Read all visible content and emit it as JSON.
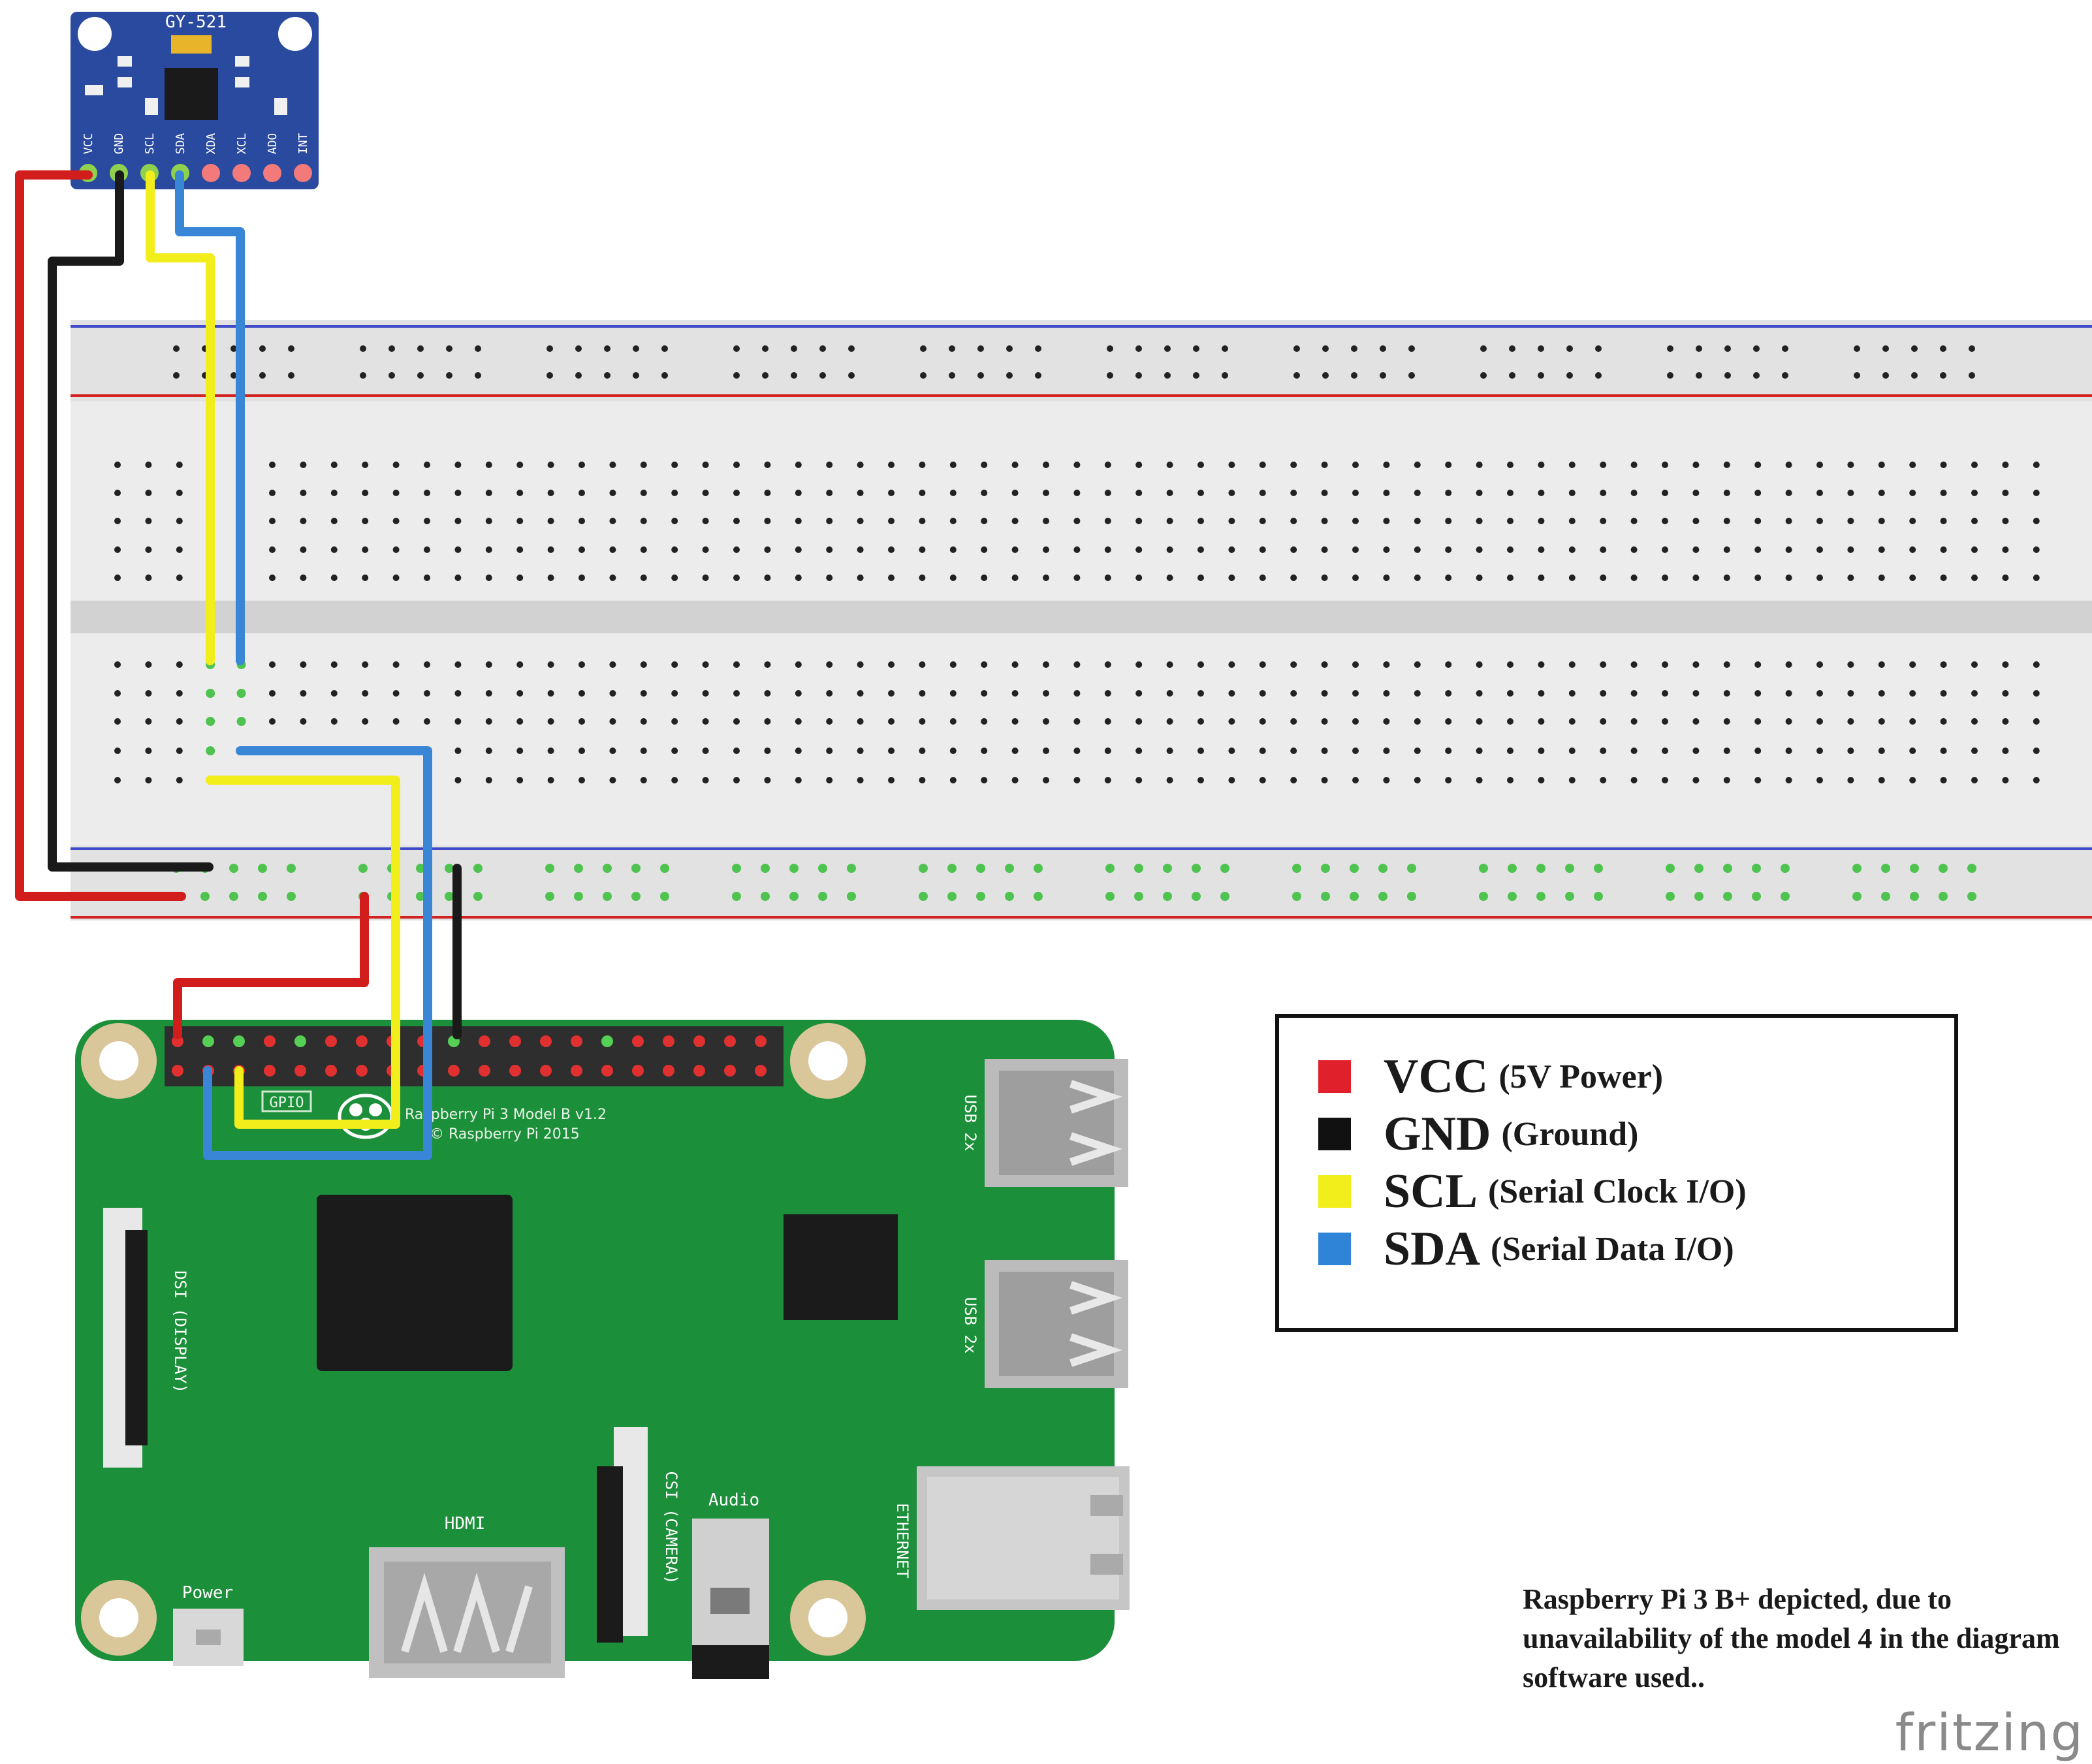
{
  "sensor": {
    "name": "GY-521",
    "pins": [
      "VCC",
      "GND",
      "SCL",
      "SDA",
      "XDA",
      "XCL",
      "ADO",
      "INT"
    ]
  },
  "board": {
    "model_text": "Raspberry Pi 3 Model B v1.2",
    "copyright_text": "© Raspberry Pi 2015",
    "gpio_label": "GPIO",
    "usb_label_1": "USB 2x",
    "usb_label_2": "USB 2x",
    "ethernet_label": "ETHERNET",
    "audio_label": "Audio",
    "hdmi_label": "HDMI",
    "power_label": "Power",
    "display_label": "DSI (DISPLAY)",
    "camera_label": "CSI (CAMERA)"
  },
  "legend": [
    {
      "name": "VCC",
      "desc": "(5V Power)",
      "color": "#e0202a"
    },
    {
      "name": "GND",
      "desc": "(Ground)",
      "color": "#111111"
    },
    {
      "name": "SCL",
      "desc": "(Serial Clock I/O)",
      "color": "#f2ee1c"
    },
    {
      "name": "SDA",
      "desc": "(Serial Data I/O)",
      "color": "#2f84d8"
    }
  ],
  "note": "Raspberry Pi 3 B+ depicted, due to unavailability of the model 4 in the diagram software used..",
  "watermark": "fritzing",
  "colors": {
    "wire_vcc": "#d21d1d",
    "wire_gnd": "#1a1a1a",
    "wire_scl": "#f2ee1c",
    "wire_sda": "#3a86d6",
    "pcb_green": "#1c8f3a",
    "sensor_blue": "#2a4aa0",
    "breadboard": "#e8e8e8"
  }
}
